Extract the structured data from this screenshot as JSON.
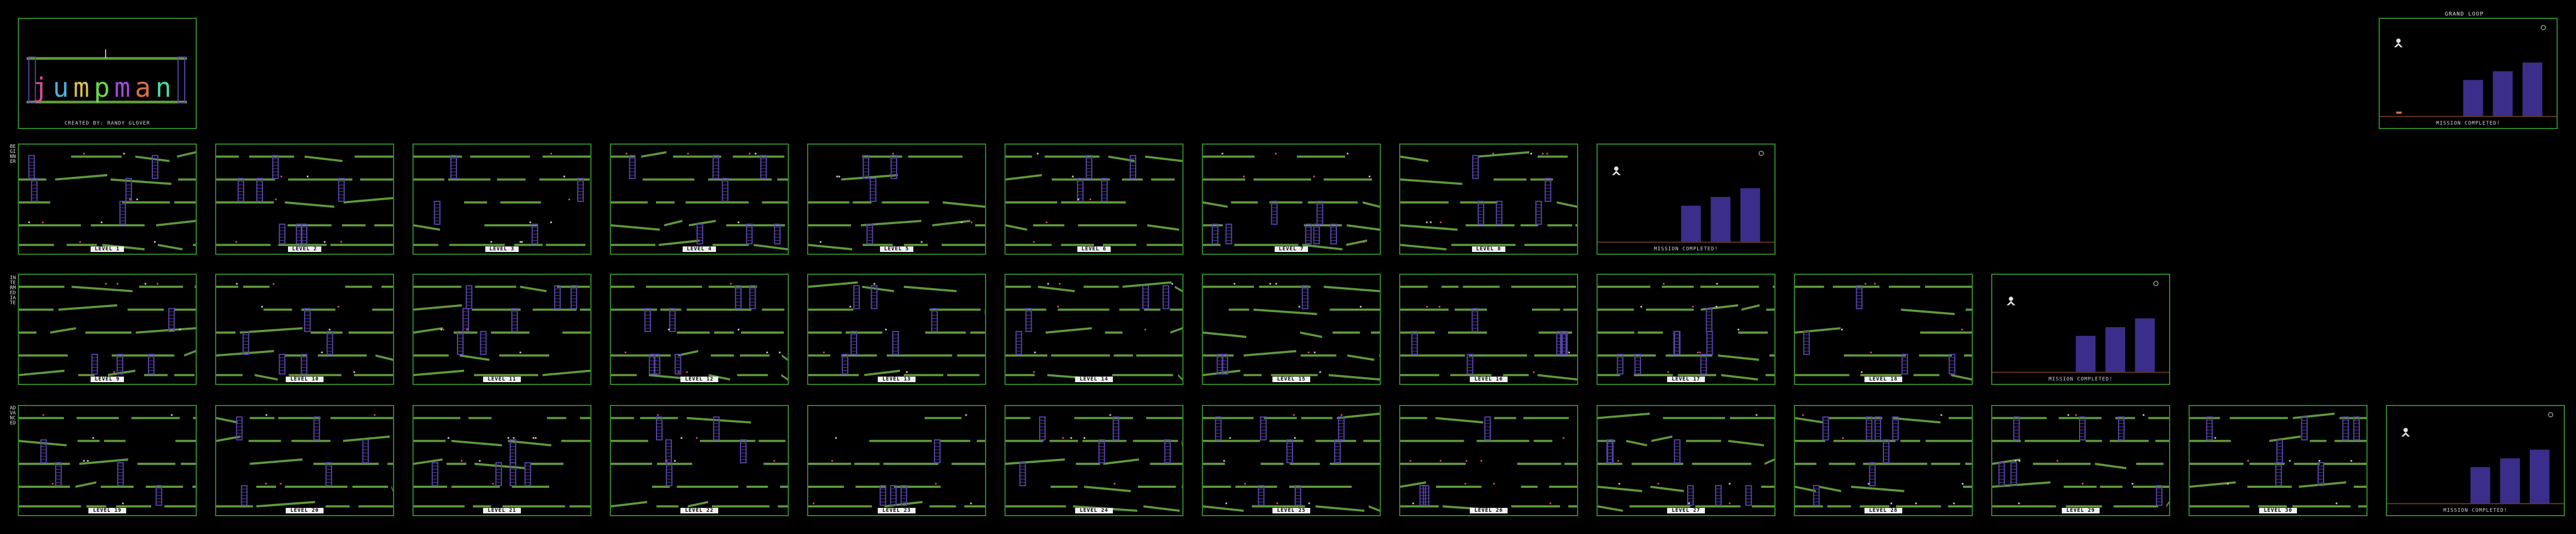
{
  "title_screen": {
    "credit": "CREATED BY: RANDY GLOVER",
    "logo_letters": [
      "j",
      "u",
      "m",
      "p",
      "m",
      "a",
      "n"
    ],
    "logo_colors": [
      "#d94a9a",
      "#4ab0d9",
      "#d9c04a",
      "#6ad94a",
      "#a04ad9",
      "#d9704a",
      "#4ad9a0"
    ]
  },
  "grand_loop": {
    "heading": "GRAND LOOP",
    "caption": "MISSION COMPLETED!"
  },
  "rows": [
    {
      "label": "BEGINNER",
      "levels": [
        "LEVEL 1",
        "LEVEL 2",
        "LEVEL 3",
        "LEVEL 4",
        "LEVEL 5",
        "LEVEL 6",
        "LEVEL 7",
        "LEVEL 8"
      ],
      "completion": "MISSION COMPLETED!"
    },
    {
      "label": "INTERMEDIATE",
      "levels": [
        "LEVEL 9",
        "LEVEL 10",
        "LEVEL 11",
        "LEVEL 12",
        "LEVEL 13",
        "LEVEL 14",
        "LEVEL 15",
        "LEVEL 16",
        "LEVEL 17",
        "LEVEL 18"
      ],
      "completion": "MISSION COMPLETED!"
    },
    {
      "label": "ADVANCED",
      "levels": [
        "LEVEL 19",
        "LEVEL 20",
        "LEVEL 21",
        "LEVEL 22",
        "LEVEL 23",
        "LEVEL 24",
        "LEVEL 25",
        "LEVEL 26",
        "LEVEL 27",
        "LEVEL 28",
        "LEVEL 29",
        "LEVEL 30"
      ],
      "completion": "MISSION COMPLETED!"
    }
  ],
  "colors": {
    "frame": "#2f8a2a",
    "girder": "#5f9a3a",
    "ladder": "#5a44b0",
    "building": "#3a2e8a",
    "ground": "#6a3a20"
  }
}
